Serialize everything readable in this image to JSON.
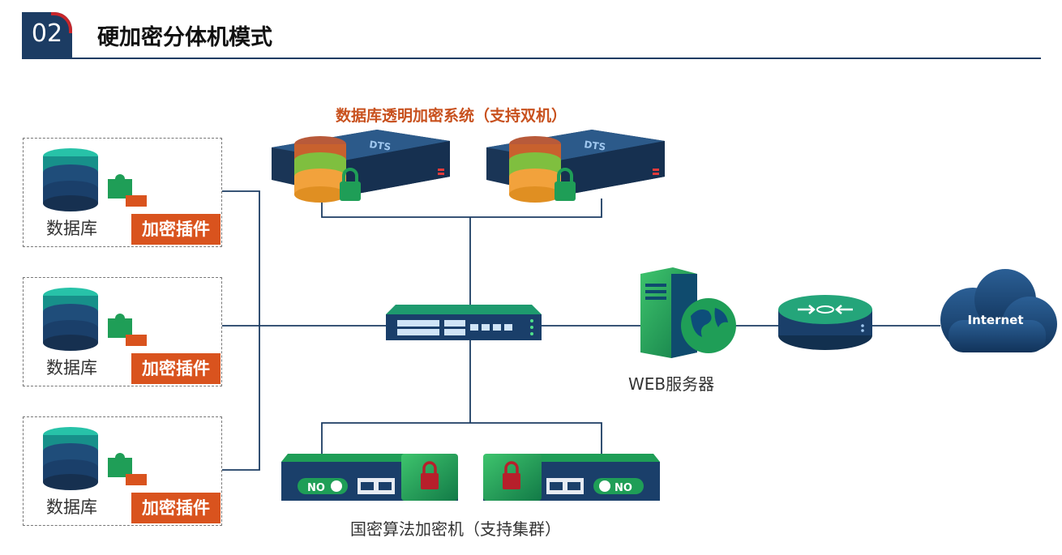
{
  "header": {
    "number": "02",
    "title": "硬加密分体机模式"
  },
  "databases": [
    {
      "label": "数据库",
      "plugin": "加密插件"
    },
    {
      "label": "数据库",
      "plugin": "加密插件"
    },
    {
      "label": "数据库",
      "plugin": "加密插件"
    }
  ],
  "dts": {
    "title": "数据库透明加密系统（支持双机）",
    "device_text": "DTS"
  },
  "web_server": {
    "label": "WEB服务器"
  },
  "crypto": {
    "label": "国密算法加密机（支持集群）",
    "port_text": "NO"
  },
  "cloud": {
    "label": "Internet"
  }
}
